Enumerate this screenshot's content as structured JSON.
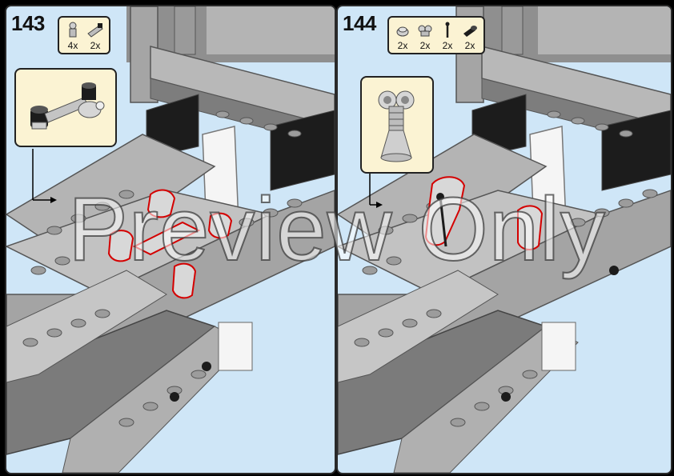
{
  "steps": [
    {
      "number": "143",
      "parts": [
        {
          "icon": "bar-holder-clip-icon",
          "qty": "4x"
        },
        {
          "icon": "technic-axle-pin-icon",
          "qty": "2x"
        }
      ]
    },
    {
      "number": "144",
      "parts": [
        {
          "icon": "round-plate-icon",
          "qty": "2x"
        },
        {
          "icon": "double-clip-icon",
          "qty": "2x"
        },
        {
          "icon": "black-bar-icon",
          "qty": "2x"
        },
        {
          "icon": "black-technic-pin-icon",
          "qty": "2x"
        }
      ]
    }
  ],
  "watermark": "Preview Only",
  "colors": {
    "background": "#cfe6f7",
    "brick_light_gray": "#a9a9a9",
    "brick_dark_gray": "#6e6e6e",
    "brick_black": "#1c1c1c",
    "brick_white": "#f5f5f5",
    "highlight_red": "#d40000",
    "callout_bg": "#fbf3d3"
  }
}
